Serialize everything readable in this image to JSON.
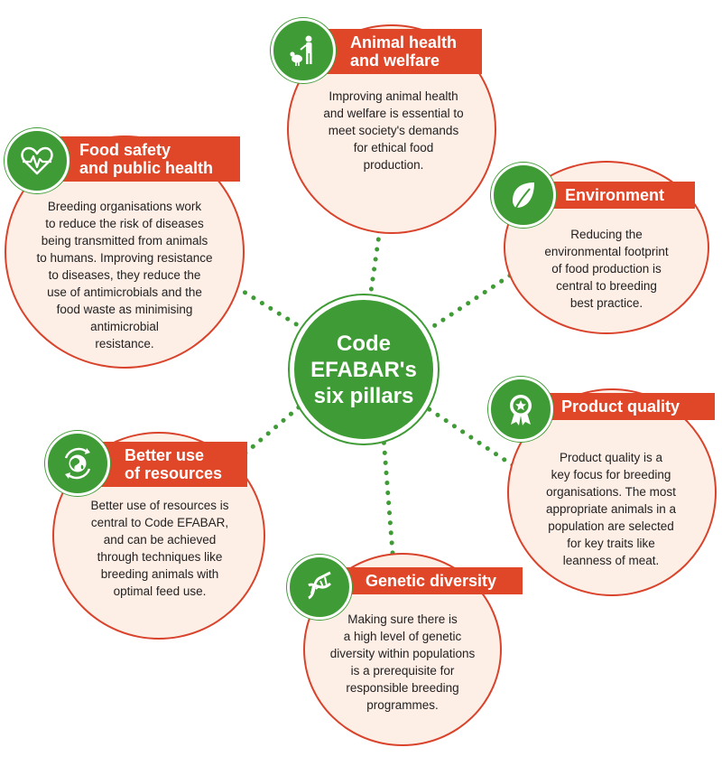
{
  "hub": {
    "title": "Code\nEFABAR's\nsix pillars"
  },
  "pillars": [
    {
      "key": "animal",
      "title": "Animal health\nand welfare",
      "description": "Improving animal health\nand welfare is essential to\nmeet society's demands\nfor ethical food\nproduction.",
      "icon": "farmer-with-chicken-icon"
    },
    {
      "key": "food",
      "title": "Food safety\nand public health",
      "description": "Breeding organisations work\nto reduce the risk of diseases\nbeing transmitted from animals\nto humans. Improving resistance\nto diseases, they reduce the\nuse of antimicrobials and the\nfood waste as minimising\nantimicrobial\nresistance.",
      "icon": "heart-pulse-icon"
    },
    {
      "key": "environment",
      "title": "Environment",
      "description": "Reducing the\nenvironmental footprint\nof food production is\ncentral to breeding\nbest practice.",
      "icon": "leaf-icon"
    },
    {
      "key": "product",
      "title": "Product quality",
      "description": "Product quality is a\nkey focus for breeding\norganisations. The most\nappropriate animals in a\npopulation are selected\nfor key traits like\nleanness of meat.",
      "icon": "award-rosette-icon"
    },
    {
      "key": "resources",
      "title": "Better use\nof resources",
      "description": "Better use of resources is\ncentral to Code EFABAR,\nand can be achieved\nthrough techniques like\nbreeding animals with\noptimal feed use.",
      "icon": "globe-recycle-icon"
    },
    {
      "key": "genetic",
      "title": "Genetic diversity",
      "description": "Making sure there is\na high level of genetic\ndiversity within populations\nis a prerequisite for\nresponsible breeding\nprogrammes.",
      "icon": "dna-icon"
    }
  ],
  "colors": {
    "green": "#3f9b35",
    "red_banner": "#e04628",
    "circle_fill": "#fdeee6",
    "circle_border": "#d9432b",
    "connector": "#3f9b35"
  }
}
